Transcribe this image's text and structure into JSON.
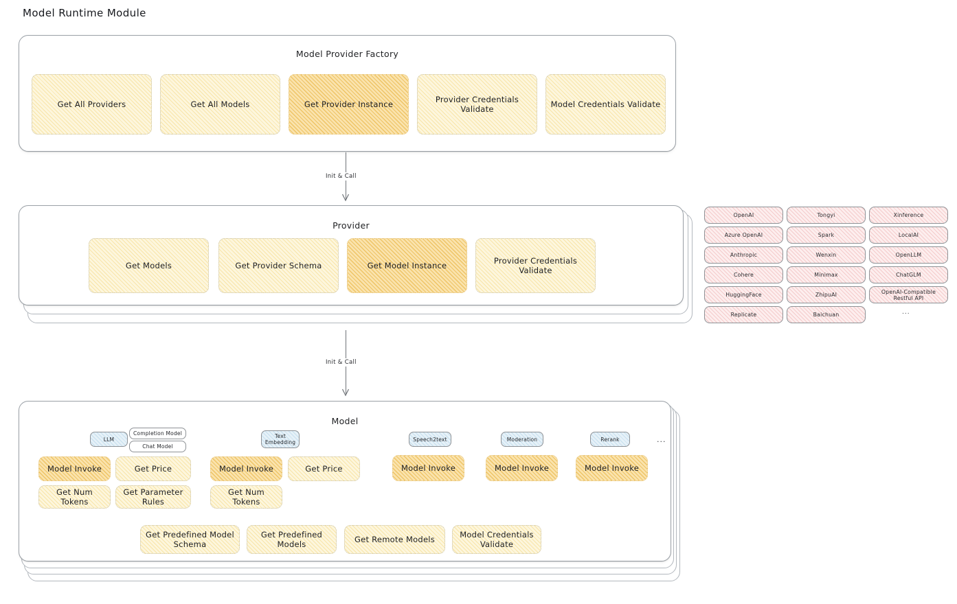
{
  "page": {
    "title": "Model Runtime Module"
  },
  "connectors": [
    {
      "label": "Init & Call"
    },
    {
      "label": "Init & Call"
    }
  ],
  "factory": {
    "title": "Model Provider Factory",
    "nodes": [
      {
        "label": "Get All Providers",
        "highlight": false
      },
      {
        "label": "Get All Models",
        "highlight": false
      },
      {
        "label": "Get Provider Instance",
        "highlight": true
      },
      {
        "label": "Provider Credentials Validate",
        "highlight": false
      },
      {
        "label": "Model Credentials Validate",
        "highlight": false
      }
    ]
  },
  "provider": {
    "title": "Provider",
    "nodes": [
      {
        "label": "Get Models",
        "highlight": false
      },
      {
        "label": "Get Provider Schema",
        "highlight": false
      },
      {
        "label": "Get Model Instance",
        "highlight": true
      },
      {
        "label": "Provider Credentials Validate",
        "highlight": false
      }
    ]
  },
  "provider_list": {
    "ellipsis": "...",
    "columns": [
      {
        "items": [
          "OpenAI",
          "Azure OpenAI",
          "Anthropic",
          "Cohere",
          "HuggingFace",
          "Replicate"
        ]
      },
      {
        "items": [
          "Tongyi",
          "Spark",
          "Wenxin",
          "Minimax",
          "ZhipuAI",
          "Baichuan"
        ]
      },
      {
        "items": [
          "Xinference",
          "LocalAI",
          "OpenLLM",
          "ChatGLM",
          "OpenAI-Compatible Restful API"
        ]
      }
    ]
  },
  "model": {
    "title": "Model",
    "ellipsis": "...",
    "types": [
      {
        "badge": "LLM",
        "badge_style": "blue",
        "subbadges": [
          "Completion Model",
          "Chat Model"
        ],
        "nodes": [
          {
            "label": "Model Invoke",
            "highlight": true
          },
          {
            "label": "Get Price",
            "highlight": false
          },
          {
            "label": "Get Num Tokens",
            "highlight": false
          },
          {
            "label": "Get Parameter Rules",
            "highlight": false
          }
        ]
      },
      {
        "badge": "Text Embedding",
        "badge_style": "blue",
        "subbadges": [],
        "nodes": [
          {
            "label": "Model Invoke",
            "highlight": true
          },
          {
            "label": "Get Price",
            "highlight": false
          },
          {
            "label": "Get Num Tokens",
            "highlight": false
          }
        ]
      },
      {
        "badge": "Speech2text",
        "badge_style": "blue",
        "subbadges": [],
        "nodes": [
          {
            "label": "Model Invoke",
            "highlight": true
          }
        ]
      },
      {
        "badge": "Moderation",
        "badge_style": "blue",
        "subbadges": [],
        "nodes": [
          {
            "label": "Model Invoke",
            "highlight": true
          }
        ]
      },
      {
        "badge": "Rerank",
        "badge_style": "blue",
        "subbadges": [],
        "nodes": [
          {
            "label": "Model Invoke",
            "highlight": true
          }
        ]
      }
    ],
    "shared_nodes": [
      {
        "label": "Get Predefined Model Schema"
      },
      {
        "label": "Get Predefined Models"
      },
      {
        "label": "Get Remote Models"
      },
      {
        "label": "Model Credentials Validate"
      }
    ]
  },
  "colors": {
    "node_fill": "#fdf6dd",
    "node_fill_highlight": "#fae3ad",
    "chip_fill": "#fdeeee",
    "badge_fill_blue": "#e6f1f8",
    "panel_border": "#9aa0a6",
    "text": "#1f2023"
  }
}
